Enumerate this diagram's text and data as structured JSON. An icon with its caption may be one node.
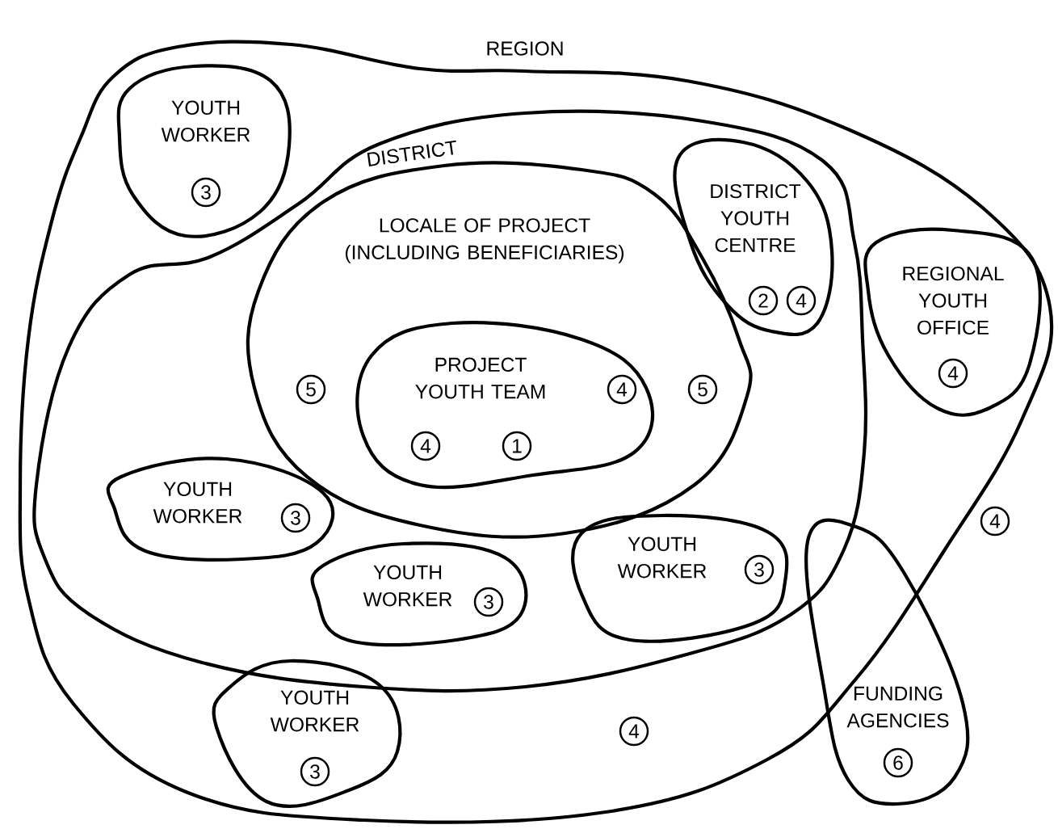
{
  "diagram": {
    "nodes": [
      {
        "text": [
          "REGION",
          "4"
        ]
      },
      {
        "text": [
          "YOUTH WORKER",
          "3"
        ],
        "in": 0
      },
      {
        "text": [
          "DISTRICT"
        ],
        "in": 0
      },
      {
        "text": [
          "DISTRICT YOUTH CENTRE",
          "2",
          "4"
        ],
        "in": 2
      },
      {
        "text": [
          "REGIONAL YOUTH OFFICE",
          "4"
        ],
        "in": 0
      },
      {
        "text": [
          "LOCALE OF PROJECT (INCLUDING BENEFICIARIES)",
          "5",
          "5"
        ],
        "in": 2
      },
      {
        "text": [
          "PROJECT YOUTH TEAM",
          "4",
          "4",
          "1"
        ],
        "in": 5
      },
      {
        "text": [
          "YOUTH WORKER",
          "3"
        ],
        "in": 2
      },
      {
        "text": [
          "YOUTH WORKER",
          "3"
        ],
        "in": 2
      },
      {
        "text": [
          "YOUTH WORKER",
          "3"
        ],
        "in": 2
      },
      {
        "text": [
          "YOUTH WORKER",
          "3"
        ],
        "in": 0
      },
      {
        "text": [
          "FUNDING AGENCIES",
          "6"
        ]
      }
    ],
    "labels": [
      "4"
    ]
  }
}
